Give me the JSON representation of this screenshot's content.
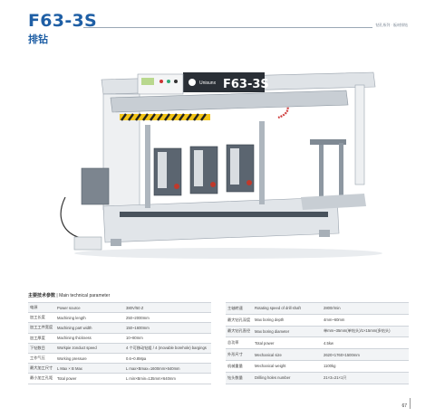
{
  "header": {
    "title": "F63-3S",
    "subtitle": "排钻",
    "tag": "钻孔系列 · 板材排钻"
  },
  "machine": {
    "brand": "Unisunx",
    "model": "F63-3S"
  },
  "specs": {
    "heading_cn": "主要技术参数",
    "heading_en": " | Main technical parameter",
    "left": [
      {
        "cn": "电源",
        "en": "Power source",
        "value": "380V/50 Z"
      },
      {
        "cn": "加工长度",
        "en": "Machining length",
        "value": "250~2000mm"
      },
      {
        "cn": "加工工件宽度",
        "en": "Machining part width",
        "value": "150~1600mm"
      },
      {
        "cn": "加工厚度",
        "en": "Machining thickness",
        "value": "10~80mm"
      },
      {
        "cn": "下钻数目",
        "en": "Workpie zonduct speed",
        "value": "4 个可移动钻组 / 4 (movable borehole) bargings"
      },
      {
        "cn": "工作气压",
        "en": "Working pressure",
        "value": "0.6~0.8Mpa"
      },
      {
        "cn": "最大加工尺寸",
        "en": "L Max × B Max",
        "value": "L max×Bmax=1600mm×640mm"
      },
      {
        "cn": "最小加工孔距",
        "en": "Total power",
        "value": "L min×Bmin=135mm×640mm"
      }
    ],
    "right": [
      {
        "cn": "主轴转速",
        "en": "Rotating speed of drill shaft",
        "value": "2800r/min"
      },
      {
        "cn": "最大钻孔深度",
        "en": "Max boring depth",
        "value": "4mm~60mm"
      },
      {
        "cn": "最大钻孔直径",
        "en": "Max boring diameter",
        "value": "单mm~35mm(单钻头)/1×15mm(多钻头)"
      },
      {
        "cn": "总功率",
        "en": "Total power",
        "value": "4.5kw"
      },
      {
        "cn": "外形尺寸",
        "en": "Mechanical size",
        "value": "2620×1760×1500mm"
      },
      {
        "cn": "机械重量",
        "en": "Mechanical weight",
        "value": "1100kg"
      },
      {
        "cn": "钻头数量",
        "en": "Drilling holes number",
        "value": "21×3=21×1只"
      }
    ]
  },
  "footer": {
    "page_number": "67"
  }
}
